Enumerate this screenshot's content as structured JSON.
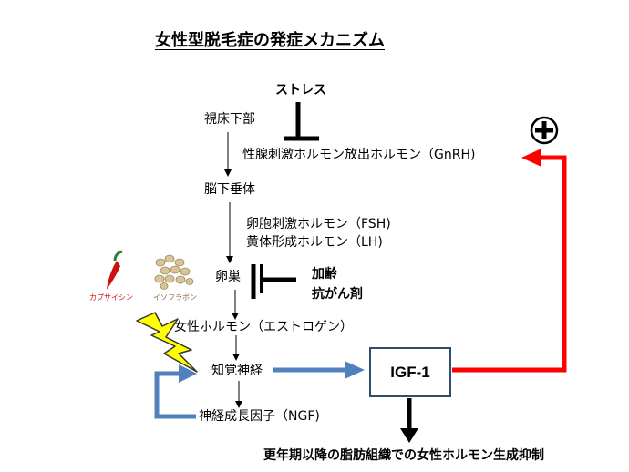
{
  "title": "女性型脱毛症の発症メカニズム",
  "nodes": {
    "stress": "ストレス",
    "hypothalamus": "視床下部",
    "gnrh": "性腺刺激ホルモン放出ホルモン（GnRH)",
    "pituitary": "脳下垂体",
    "fsh": "卵胞刺激ホルモン（FSH)",
    "lh": "黄体形成ホルモン（LH)",
    "ovary": "卵巣",
    "aging": "加齢",
    "anticancer": "抗がん剤",
    "capsaicin": "カプサイシン",
    "isoflavone": "イソフラボン",
    "estrogen": "女性ホルモン（エストロゲン）",
    "sensory_nerve": "知覚神経",
    "igf1": "IGF-1",
    "ngf": "神経成長因子（NGF)",
    "bottom_text": "更年期以降の脂肪組織での女性ホルモン生成抑制"
  },
  "colors": {
    "blue_arrow": "#4f81bd",
    "red_arrow": "#ff0000",
    "lightning": "#ffff00",
    "pepper": "#cc1111",
    "soy": "#d8c49a"
  },
  "icons": [
    "pepper-icon",
    "soybean-icon",
    "lightning-icon",
    "plus-circle-icon"
  ]
}
